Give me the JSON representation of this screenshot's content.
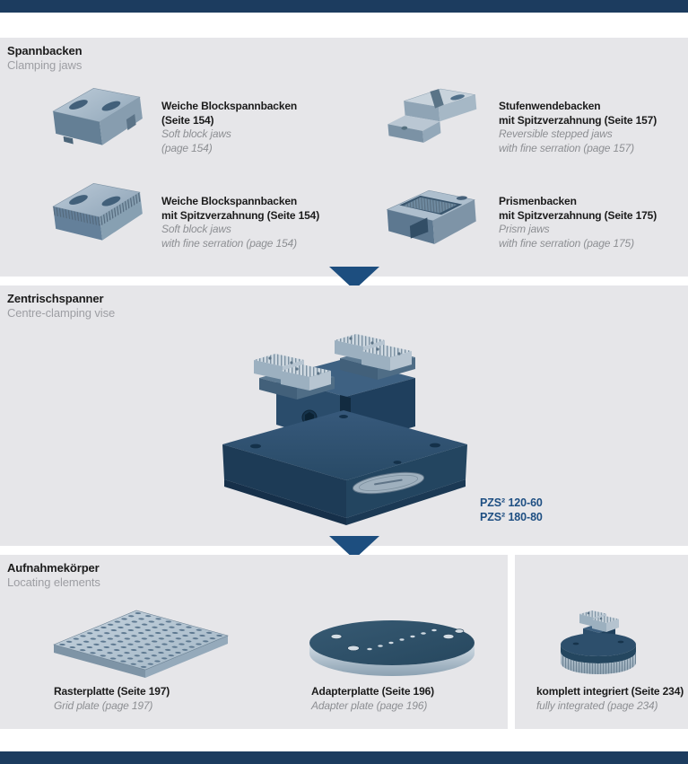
{
  "colors": {
    "top_bottom_bar": "#1c3c5f",
    "section_background": "#e6e6e9",
    "flow_arrow": "#1d4e7f",
    "model_text": "#1d4e82",
    "label_bold": "#1b1b1b",
    "label_italic_gray": "#8d8f93"
  },
  "icons": {
    "flow_arrow": "down-triangle"
  },
  "sections": {
    "clamping": {
      "title_de": "Spannbacken",
      "title_en": "Clamping jaws",
      "products": [
        {
          "image": "soft-block-jaws",
          "de": [
            "Weiche Blockspannbacken",
            "(Seite 154)"
          ],
          "en": [
            "Soft block jaws",
            "(page 154)"
          ]
        },
        {
          "image": "reversible-stepped-jaws",
          "de": [
            "Stufenwendebacken",
            "mit Spitzverzahnung (Seite 157)"
          ],
          "en": [
            "Reversible stepped jaws",
            "with fine serration (page 157)"
          ]
        },
        {
          "image": "soft-block-jaws-serrated",
          "de": [
            "Weiche Blockspannbacken",
            "mit Spitzverzahnung (Seite 154)"
          ],
          "en": [
            "Soft block jaws",
            "with fine serration (page 154)"
          ]
        },
        {
          "image": "prism-jaws",
          "de": [
            "Prismenbacken",
            "mit Spitzverzahnung (Seite 175)"
          ],
          "en": [
            "Prism jaws",
            "with fine serration (page 175)"
          ]
        }
      ]
    },
    "vise": {
      "title_de": "Zentrischspanner",
      "title_en": "Centre-clamping vise",
      "image": "centre-clamping-vise",
      "models": [
        "PZS² 120-60",
        "PZS² 180-80"
      ]
    },
    "locating": {
      "title_de": "Aufnahmekörper",
      "title_en": "Locating elements",
      "products": [
        {
          "image": "grid-plate",
          "de": [
            "Rasterplatte (Seite 197)"
          ],
          "en": [
            "Grid plate (page 197)"
          ]
        },
        {
          "image": "adapter-plate",
          "de": [
            "Adapterplatte (Seite 196)"
          ],
          "en": [
            "Adapter plate (page 196)"
          ]
        },
        {
          "image": "fully-integrated-vise",
          "de": [
            "komplett integriert (Seite 234)"
          ],
          "en": [
            "fully integrated (page 234)"
          ]
        }
      ]
    }
  }
}
